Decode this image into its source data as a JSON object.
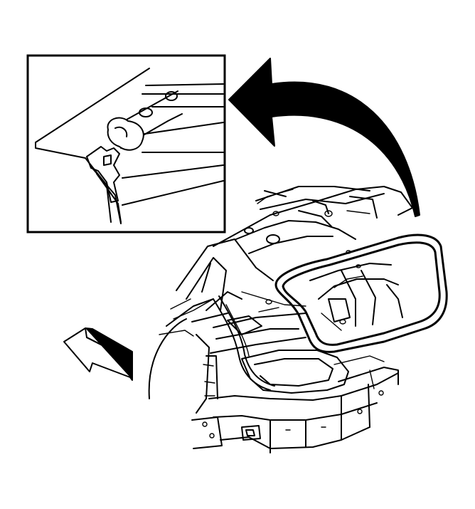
{
  "figure": {
    "background": "#ffffff",
    "line_color": "#000000",
    "inset": {
      "subject": "weatherstrip-seal-cross-section-detail"
    },
    "main": {
      "subject": "rear-compartment-lid-opening-with-weatherstrip"
    },
    "indicators": [
      {
        "name": "curved-arrow-icon",
        "meaning": "detail-callout"
      },
      {
        "name": "direction-arrow-icon",
        "meaning": "vehicle-front"
      }
    ]
  }
}
